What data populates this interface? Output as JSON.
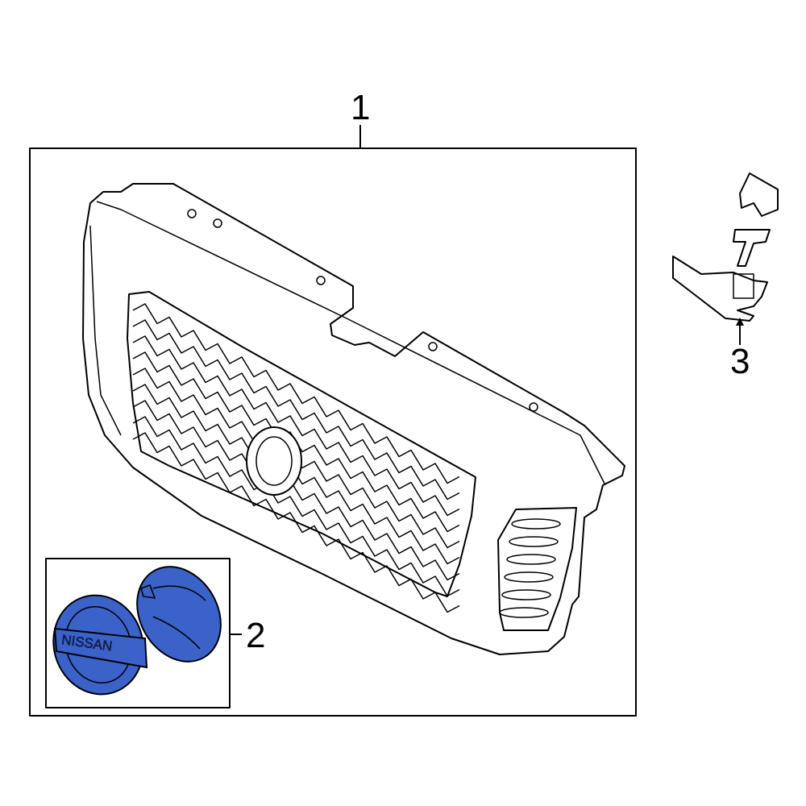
{
  "callouts": [
    {
      "number": "1",
      "part": "grille"
    },
    {
      "number": "2",
      "part": "emblem"
    },
    {
      "number": "3",
      "part": "bracket"
    }
  ],
  "emblem_logo_text": "NISSAN",
  "colors": {
    "highlight": "#3a62c8",
    "line": "#000000",
    "background": "#ffffff"
  }
}
